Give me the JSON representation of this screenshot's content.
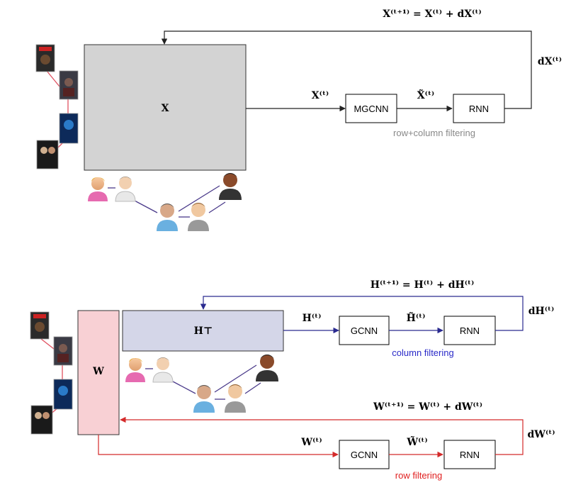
{
  "colors": {
    "x_matrix_fill": "#d3d3d3",
    "h_matrix_fill": "#d4d6e8",
    "w_matrix_fill": "#f8d0d4",
    "black_arrow": "#222222",
    "blue_arrow": "#2a2a8f",
    "red_arrow": "#d42a2a",
    "column_caption": "#2a2ac8",
    "row_caption": "#e02020",
    "gray_caption": "#888888",
    "user_links": "#4a3a8a",
    "poster_links": "#e05060"
  },
  "top": {
    "matrix_label": "X",
    "update_eq": "X⁽ᵗ⁺¹⁾ = X⁽ᵗ⁾ + dX⁽ᵗ⁾",
    "input_label": "X⁽ᵗ⁾",
    "mgcnn_label": "MGCNN",
    "filtered_label": "X̃⁽ᵗ⁾",
    "rnn_label": "RNN",
    "delta_label": "dX⁽ᵗ⁾",
    "caption": "row+column filtering"
  },
  "middle": {
    "matrix_label": "H⊤",
    "update_eq": "H⁽ᵗ⁺¹⁾ = H⁽ᵗ⁾ + dH⁽ᵗ⁾",
    "input_label": "H⁽ᵗ⁾",
    "gcnn_label": "GCNN",
    "filtered_label": "H̃⁽ᵗ⁾",
    "rnn_label": "RNN",
    "delta_label": "dH⁽ᵗ⁾",
    "caption": "column filtering"
  },
  "bottom": {
    "matrix_label": "W",
    "update_eq": "W⁽ᵗ⁺¹⁾ = W⁽ᵗ⁾ + dW⁽ᵗ⁾",
    "input_label": "W⁽ᵗ⁾",
    "gcnn_label": "GCNN",
    "filtered_label": "W̃⁽ᵗ⁾",
    "rnn_label": "RNN",
    "delta_label": "dW⁽ᵗ⁾",
    "caption": "row filtering"
  }
}
